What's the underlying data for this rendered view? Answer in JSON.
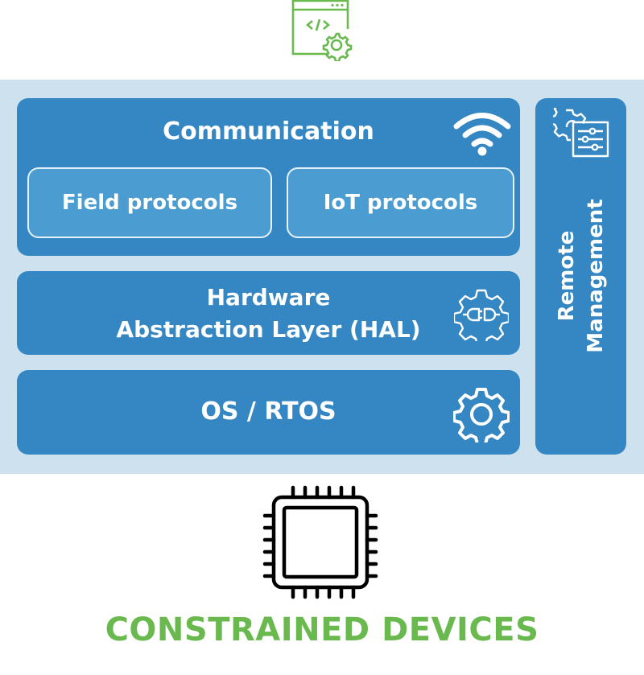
{
  "top_icon": {
    "name": "web-code-gear-icon",
    "color": "#6ab94f"
  },
  "stack": {
    "background": "#cde1ef",
    "card_color": "#3587c4",
    "communication": {
      "title": "Communication",
      "icon": "wifi-icon",
      "sub_boxes": [
        {
          "label": "Field protocols"
        },
        {
          "label": "IoT protocols"
        }
      ]
    },
    "hal": {
      "title_line1": "Hardware",
      "title_line2": "Abstraction Layer (HAL)",
      "icon": "gear-plug-icon"
    },
    "os": {
      "title": "OS / RTOS",
      "icon": "gear-icon"
    },
    "remote_management": {
      "line1": "Remote",
      "line2": "Management",
      "icon": "gear-settings-panel-icon"
    }
  },
  "device": {
    "icon": "microchip-icon",
    "label": "CONSTRAINED DEVICES",
    "label_color": "#6ab94f"
  }
}
